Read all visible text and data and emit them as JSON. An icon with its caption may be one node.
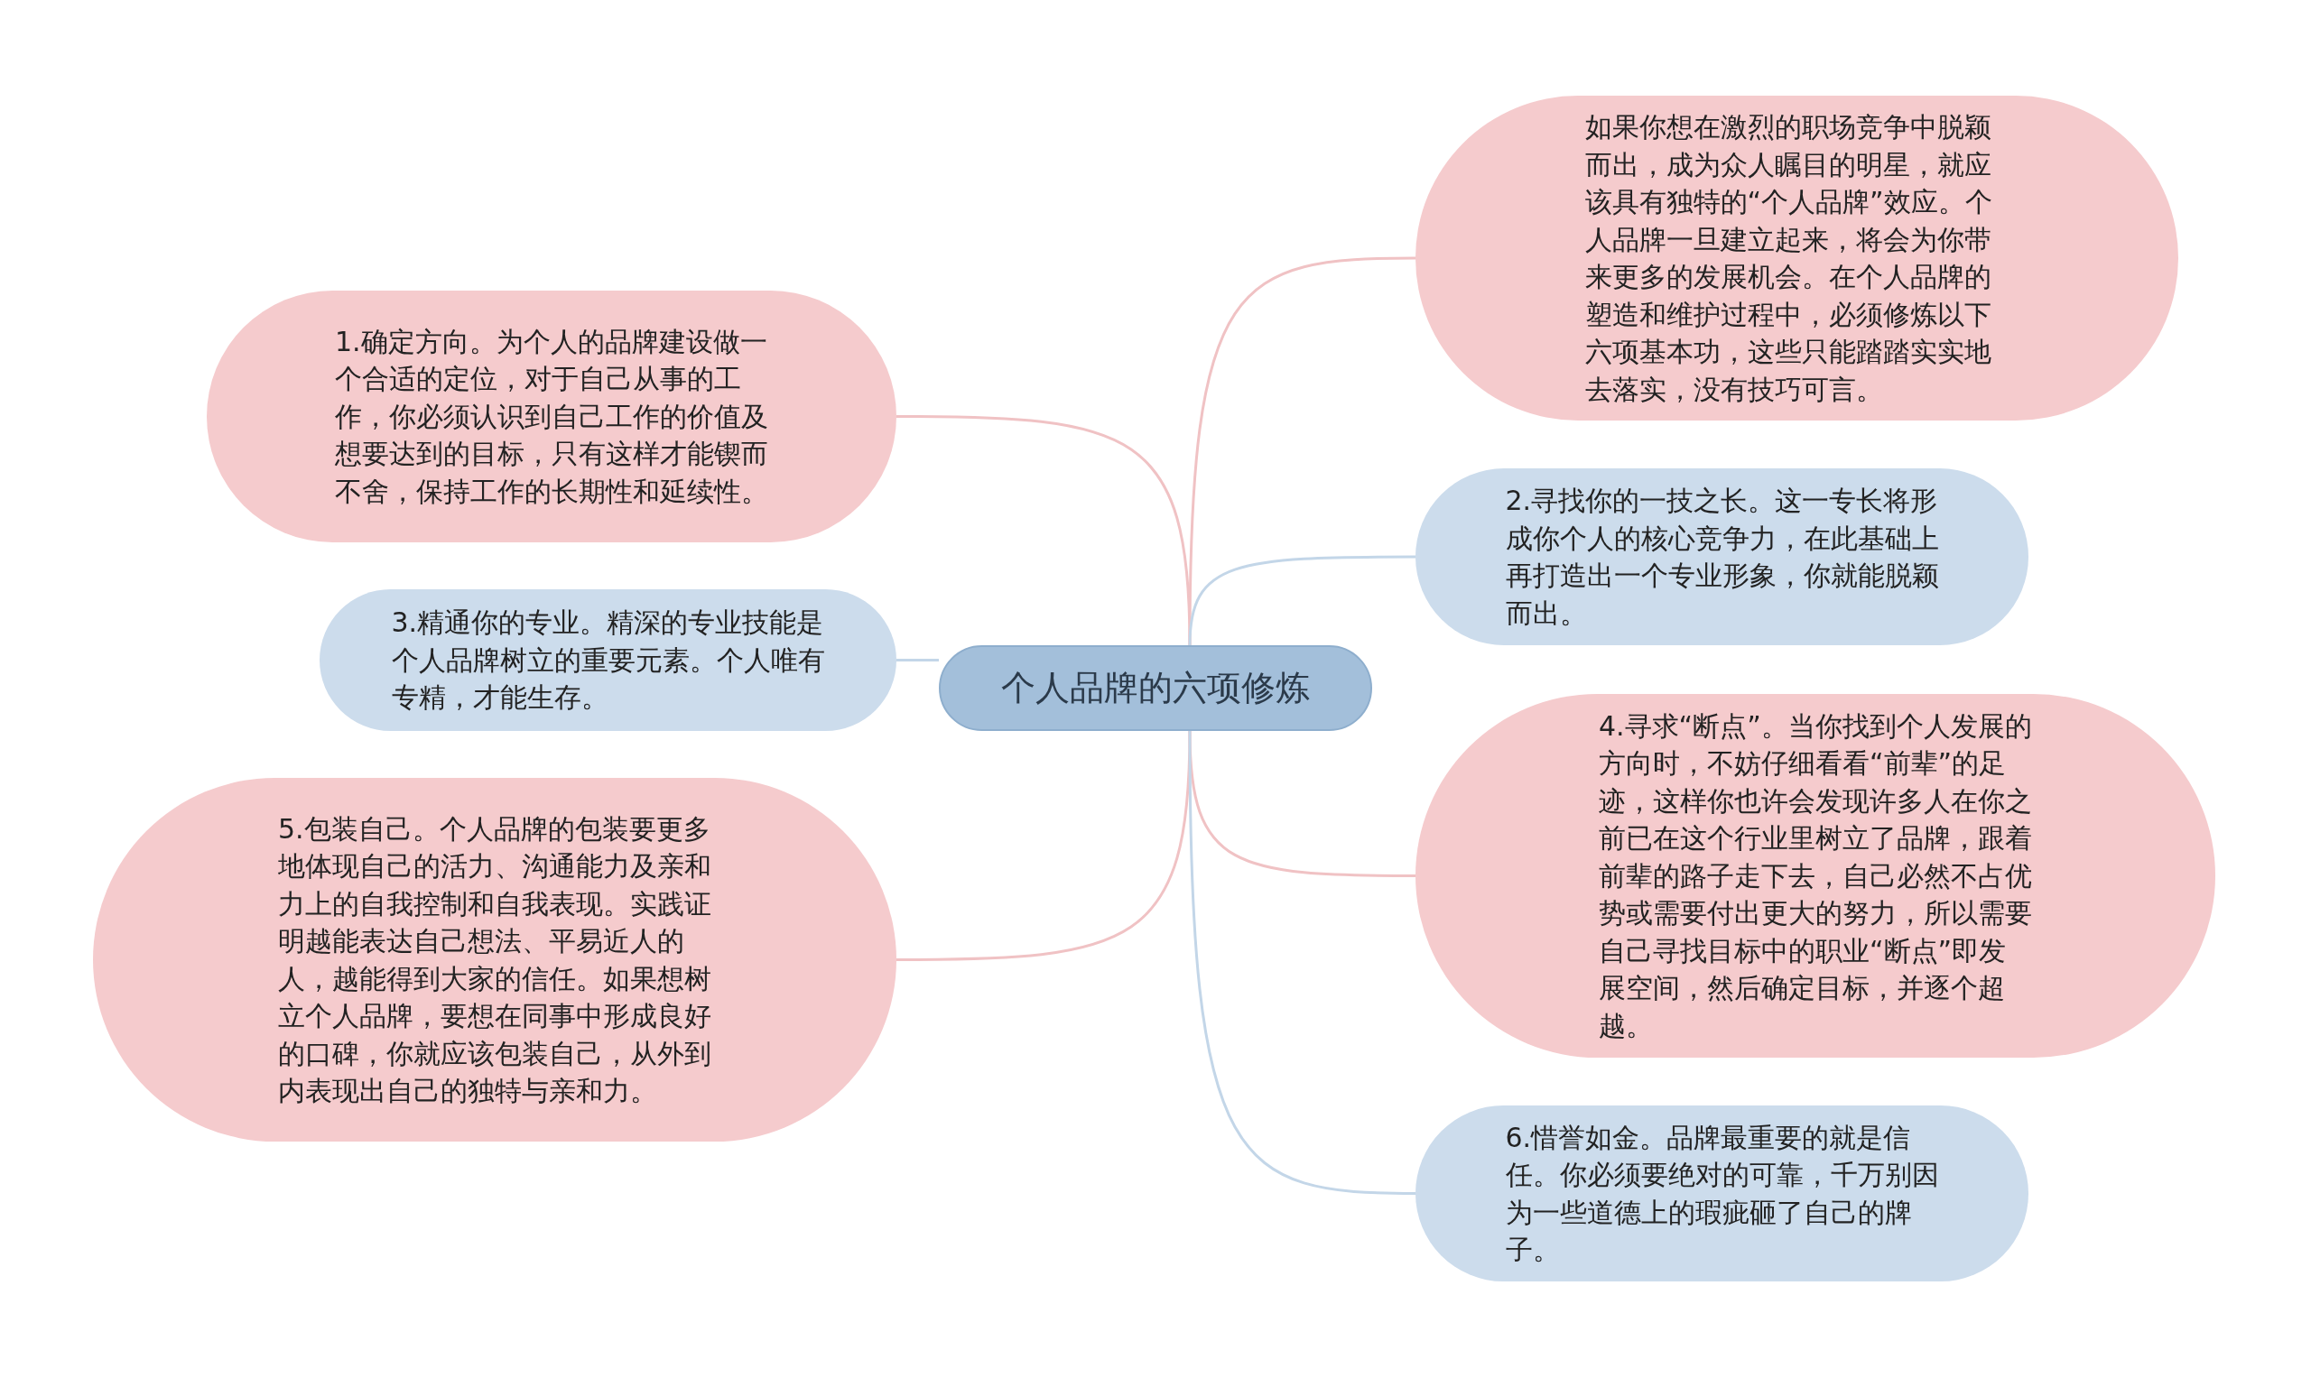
{
  "diagram": {
    "nodes": [
      {
        "text": [
          "个人品牌的六项修炼"
        ]
      },
      {
        "text": [
          "如果你想在激烈的职场竞争中脱颖而出，成为众人瞩目的明星，就应该具有独特的“个人品牌”效应。个人品牌一旦建立起来，将会为你带来更多的发展机会。在个人品牌的塑造和维护过程中，必须修炼以下六项基本功，这些只能踏踏实实地去落实，没有技巧可言。"
        ]
      },
      {
        "text": [
          "1.确定方向。为个人的品牌建设做一个合适的定位，对于自己从事的工作，你必须认识到自己工作的价值及想要达到的目标，只有这样才能锲而不舍，保持工作的长期性和延续性。"
        ]
      },
      {
        "text": [
          "2.寻找你的一技之长。这一专长将形成你个人的核心竞争力，在此基础上再打造出一个专业形象，你就能脱颖而出。"
        ]
      },
      {
        "text": [
          "3.精通你的专业。精深的专业技能是个人品牌树立的重要元素。个人唯有专精，才能生存。"
        ]
      },
      {
        "text": [
          "4.寻求“断点”。当你找到个人发展的方向时，不妨仔细看看“前辈”的足迹，这样你也许会发现许多人在你之前已在这个行业里树立了品牌，跟着前辈的路子走下去，自己必然不占优势或需要付出更大的努力，所以需要自己寻找目标中的职业“断点”即发展空间，然后确定目标，并逐个超越。"
        ]
      },
      {
        "text": [
          "5.包装自己。个人品牌的包装要更多地体现自己的活力、沟通能力及亲和力上的自我控制和自我表现。实践证明越能表达自己想法、平易近人的人，越能得到大家的信任。如果想树立个人品牌，要想在同事中形成良好的口碑，你就应该包装自己，从外到内表现出自己的独特与亲和力。"
        ]
      },
      {
        "text": [
          "6.惜誉如金。品牌最重要的就是信任。你必须要绝对的可靠，千万别因为一些道德上的瑕疵砸了自己的牌子。"
        ]
      }
    ],
    "edges": [
      {
        "from": 0,
        "to": 1,
        "arrow": "none"
      },
      {
        "from": 0,
        "to": 2,
        "arrow": "none"
      },
      {
        "from": 0,
        "to": 3,
        "arrow": "none",
        "color": "#c3d6e8"
      },
      {
        "from": 0,
        "to": 4,
        "arrow": "none",
        "color": "#c3d6e8"
      },
      {
        "from": 0,
        "to": 5,
        "arrow": "none"
      },
      {
        "from": 0,
        "to": 6,
        "arrow": "none"
      },
      {
        "from": 0,
        "to": 7,
        "arrow": "none",
        "color": "#c3d6e8"
      }
    ]
  }
}
